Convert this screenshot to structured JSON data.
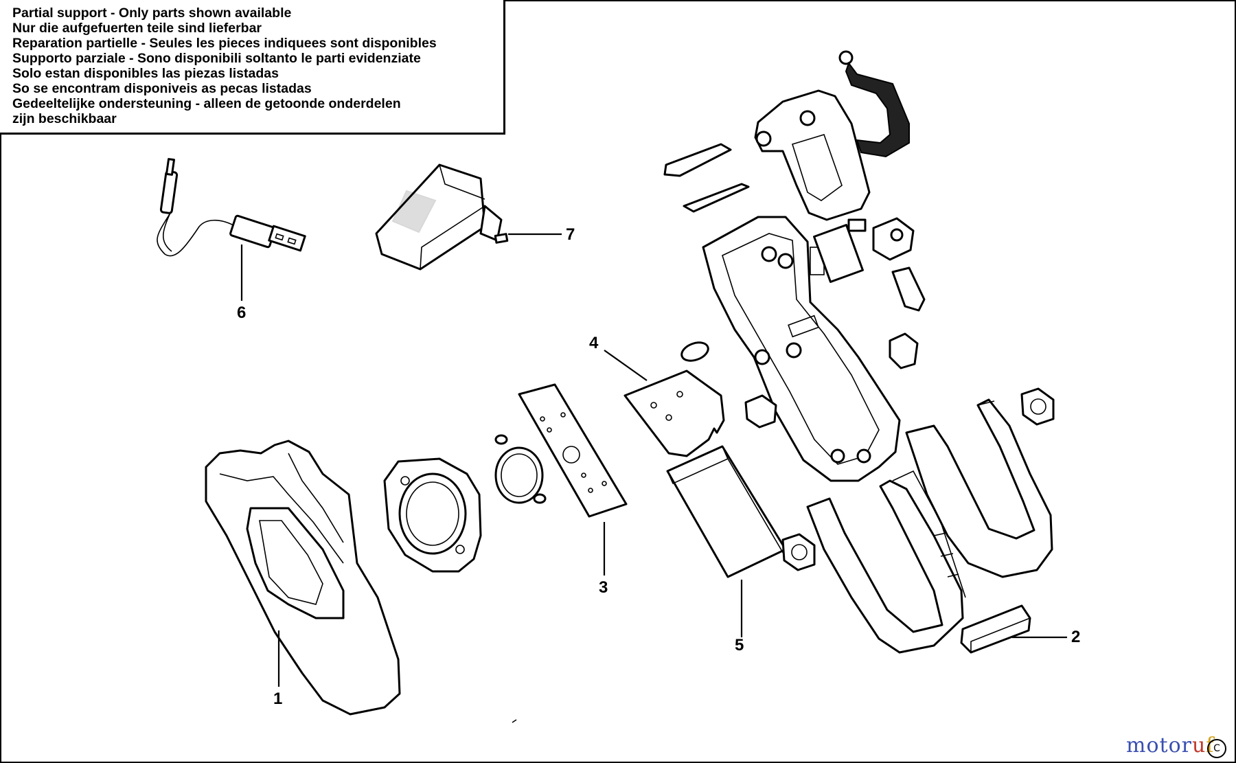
{
  "notice": {
    "lines": [
      "Partial support - Only parts shown available",
      "Nur die aufgefuerten teile sind lieferbar",
      "Reparation partielle - Seules les pieces indiquees sont disponibles",
      "Supporto parziale - Sono disponibili soltanto le parti evidenziate",
      "Solo estan disponibles las piezas listadas",
      "So se encontram disponiveis as pecas listadas",
      "Gedeeltelijke ondersteuning - alleen de getoonde onderdelen",
      "zijn beschikbaar"
    ]
  },
  "callouts": {
    "p1": "1",
    "p2": "2",
    "p3": "3",
    "p4": "4",
    "p5": "5",
    "p6": "6",
    "p7": "7"
  },
  "watermark": {
    "part_a": "motor",
    "part_b": "u",
    "part_c": "f",
    "copyright": "C"
  }
}
